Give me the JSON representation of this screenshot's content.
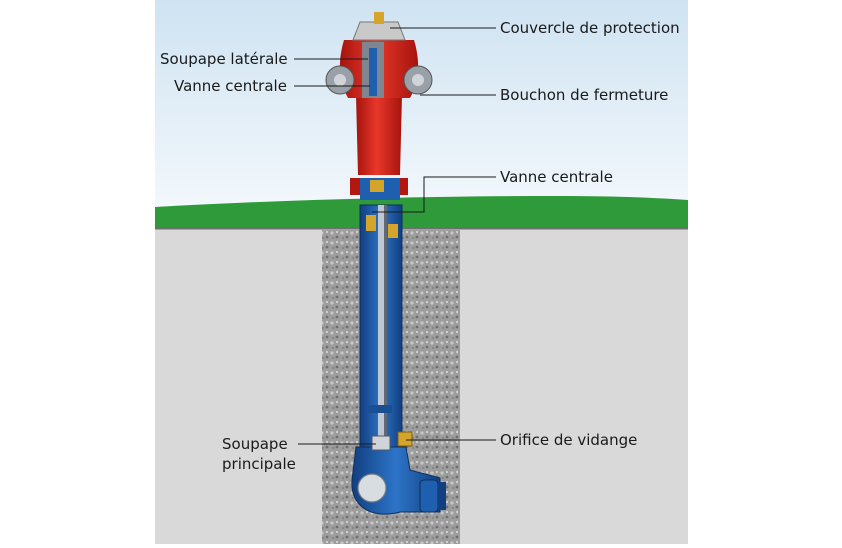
{
  "labels": {
    "couvercle": "Couvercle de protection",
    "soupape_laterale": "Soupape latérale",
    "vanne_centrale_top": "Vanne centrale",
    "bouchon": "Bouchon de fermeture",
    "vanne_centrale_mid": "Vanne centrale",
    "orifice": "Orifice de vidange",
    "soupape_principale_1": "Soupape",
    "soupape_principale_2": "principale"
  },
  "colors": {
    "sky_top": "#d6e8f4",
    "sky_bottom": "#f2f7fb",
    "grass": "#2f9a3a",
    "ground": "#d9d9d9",
    "gravel": "#a9a9a9",
    "hydrant_red": "#d8261c",
    "pipe_blue": "#1f5fb0",
    "metal_grey": "#8a8e94",
    "brass": "#d4a52a"
  }
}
